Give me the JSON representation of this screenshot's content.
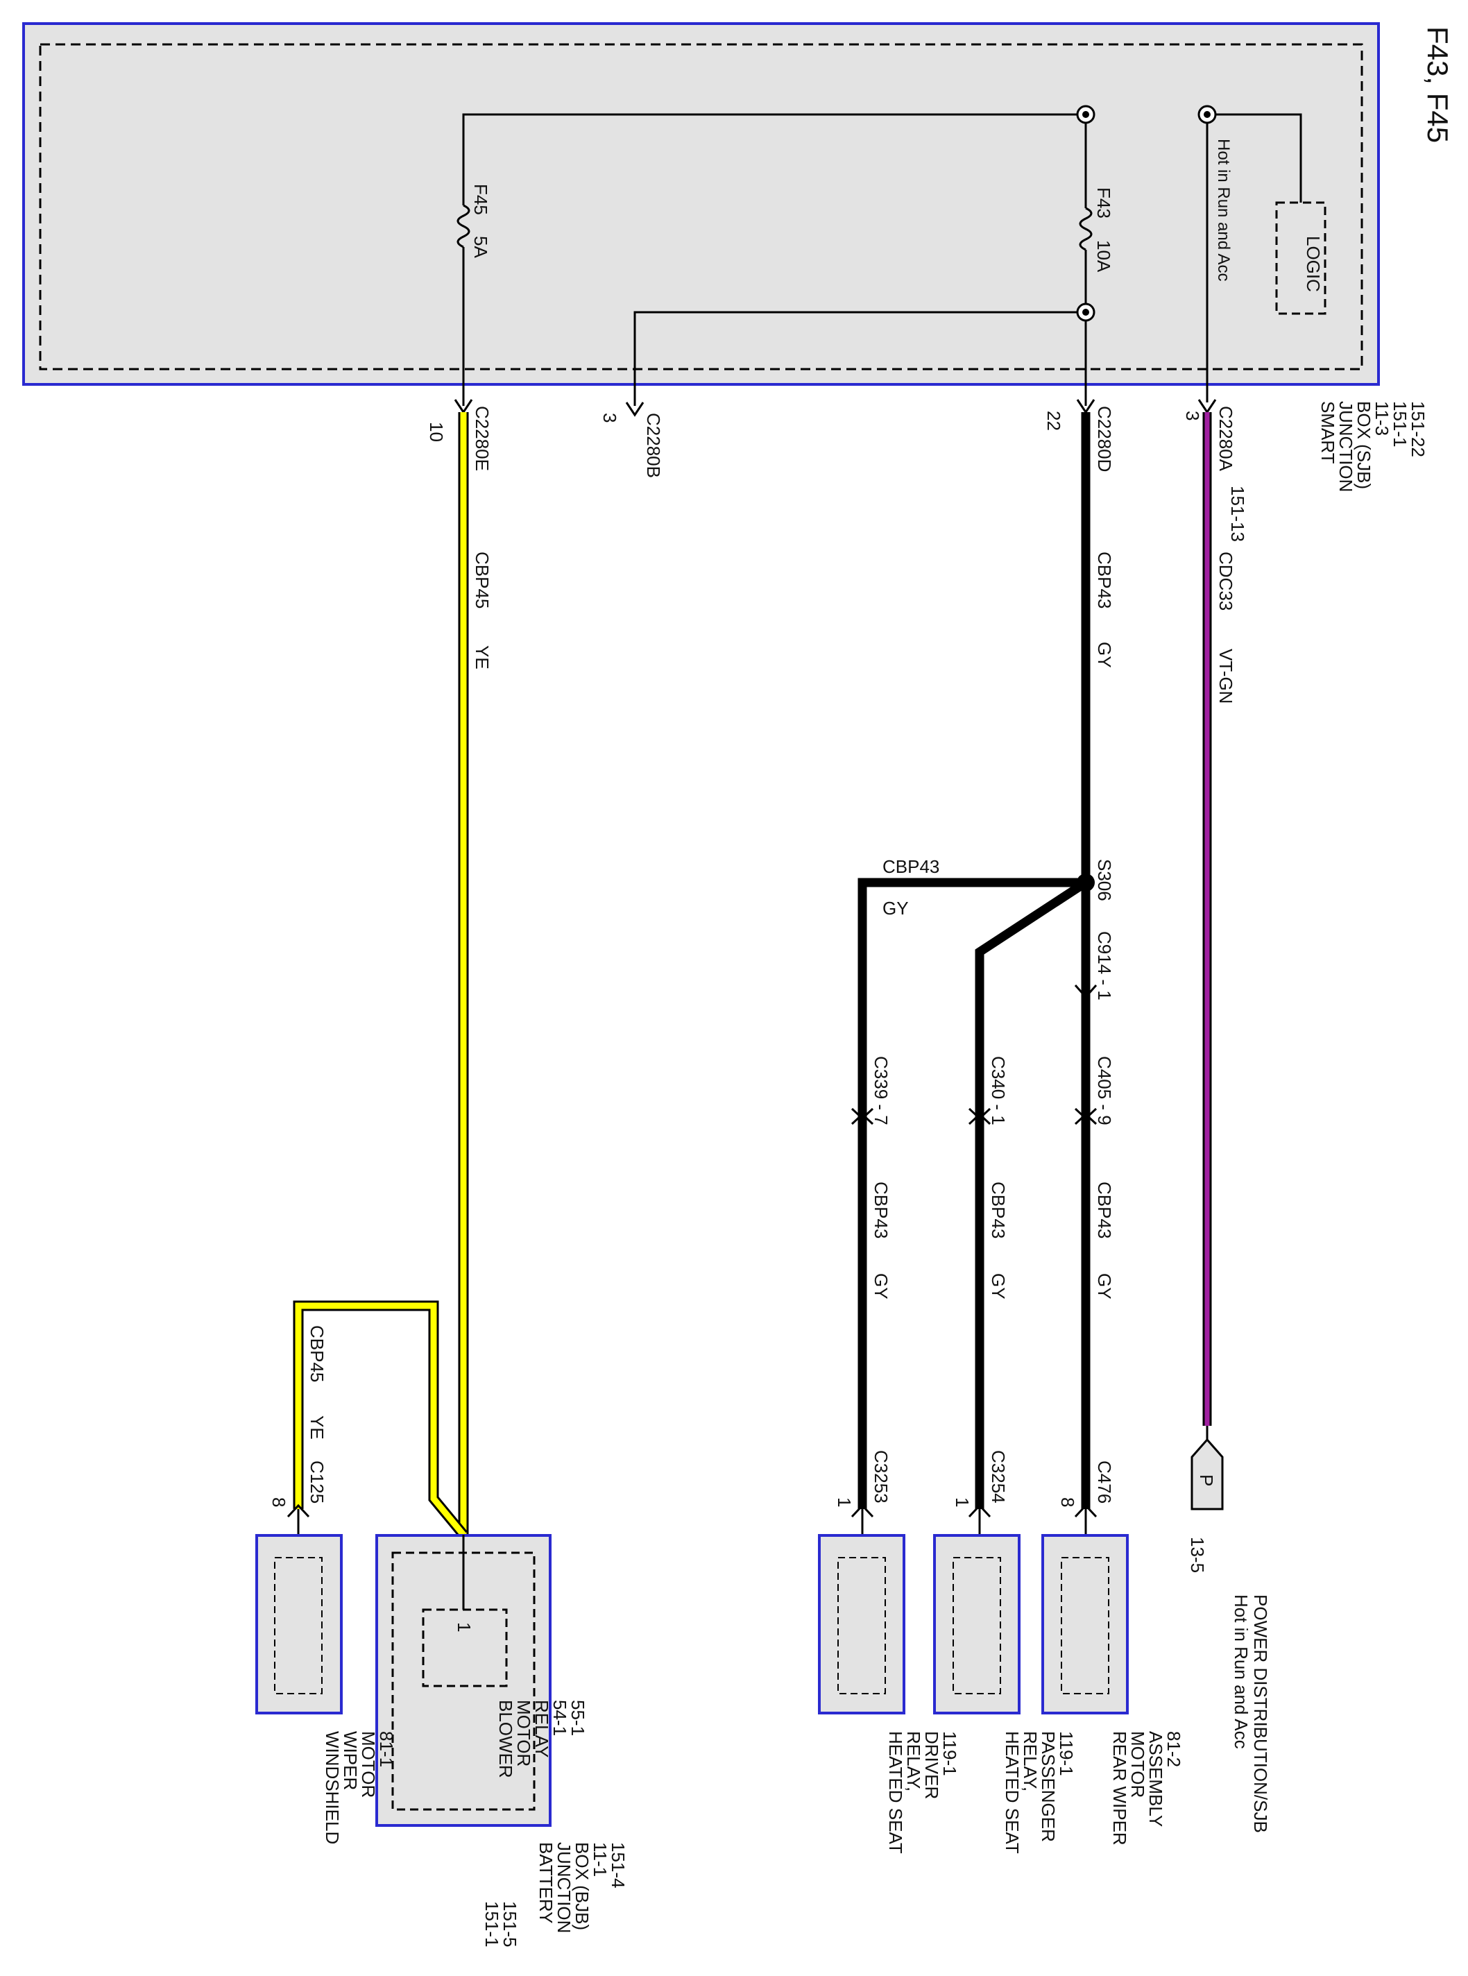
{
  "page_title": "F43, F45",
  "colors": {
    "box_fill": "#e3e3e3",
    "box_border": "#2a2ad0",
    "wire_gray": "#000000",
    "wire_violet_green": "#a020a0",
    "wire_yellow": "#ffff00"
  },
  "sjb": {
    "name_lines": [
      "SMART",
      "JUNCTION",
      "BOX (SJB)",
      "11-3",
      "151-1",
      "151-22"
    ],
    "pages_col2": [
      "151-13"
    ],
    "logic_label": "LOGIC",
    "hot_label": "Hot in Run and Acc",
    "fuse_f43": {
      "id": "F43",
      "rating": "10A"
    },
    "fuse_f45": {
      "id": "F45",
      "rating": "5A"
    }
  },
  "connectors": {
    "c2280a": {
      "label": "C2280A",
      "pin": "3"
    },
    "c2280d": {
      "label": "C2280D",
      "pin": "22"
    },
    "c2280b": {
      "label": "C2280B",
      "pin": "3"
    },
    "c2280e": {
      "label": "C2280E",
      "pin": "10"
    }
  },
  "wires": {
    "cdc33": {
      "circuit": "CDC33",
      "color": "VT-GN"
    },
    "cbp43_main": {
      "circuit": "CBP43",
      "color": "GY"
    },
    "cbp43_branch": {
      "circuit": "CBP43",
      "color": "GY"
    },
    "cbp43_rear": {
      "circuit": "CBP43",
      "color": "GY"
    },
    "cbp43_pass": {
      "circuit": "CBP43",
      "color": "GY"
    },
    "cbp43_driver": {
      "circuit": "CBP43",
      "color": "GY"
    },
    "cbp45_main": {
      "circuit": "CBP45",
      "color": "YE"
    },
    "cbp45_wiper": {
      "circuit": "CBP45",
      "color": "YE"
    }
  },
  "splice": {
    "label": "S306"
  },
  "inline": {
    "c914": "C914 - 1",
    "c405": "C405 - 9",
    "c340": "C340 - 1",
    "c339": "C339 - 7"
  },
  "power_ref": {
    "symbol": "P",
    "page": "13-5",
    "line1": "Hot in Run and Acc",
    "line2": "POWER DISTRIBUTION/SJB"
  },
  "components": {
    "rear_wiper": {
      "connector": "C476",
      "pin": "8",
      "lines": [
        "REAR WIPER",
        "MOTOR",
        "ASSEMBLY",
        "81-2"
      ]
    },
    "hs_passenger": {
      "connector": "C3254",
      "pin": "1",
      "lines": [
        "HEATED SEAT",
        "RELAY,",
        "PASSENGER",
        "119-1"
      ]
    },
    "hs_driver": {
      "connector": "C3253",
      "pin": "1",
      "lines": [
        "HEATED SEAT",
        "RELAY,",
        "DRIVER",
        "119-1"
      ]
    },
    "blower_relay": {
      "pin": "1",
      "lines": [
        "BLOWER",
        "MOTOR",
        "RELAY",
        "54-1",
        "55-1"
      ]
    },
    "bjb": {
      "lines": [
        "BATTERY",
        "JUNCTION",
        "BOX (BJB)",
        "11-1",
        "151-4"
      ],
      "pages_col2": [
        "151-1",
        "151-5"
      ]
    },
    "windshield_wiper": {
      "connector": "C125",
      "pin": "8",
      "lines": [
        "WINDSHIELD",
        "WIPER",
        "MOTOR",
        "81-1"
      ]
    }
  }
}
